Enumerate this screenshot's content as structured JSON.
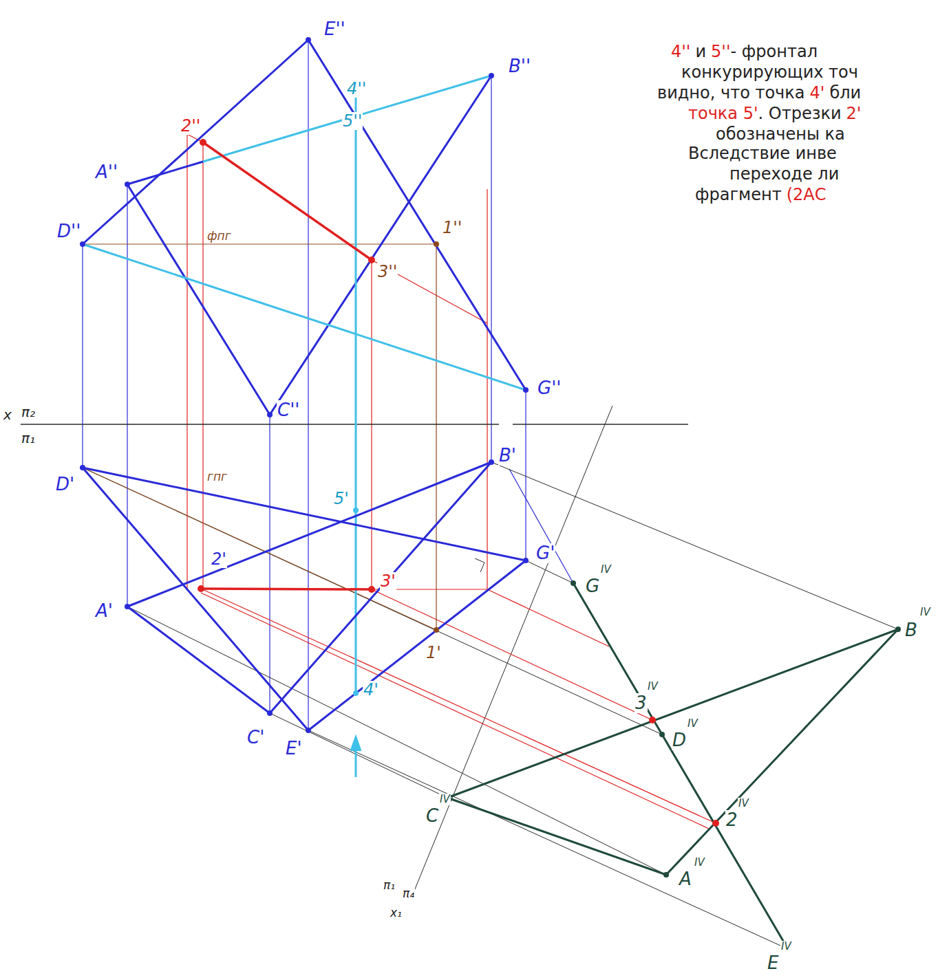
{
  "diagram": {
    "labels": [
      "E''",
      "B''",
      "4''",
      "5''",
      "A''",
      "2''",
      "D''",
      "фпг",
      "1''",
      "3''",
      "C''",
      "G''",
      "x",
      "π₂",
      "π₁",
      "D'",
      "5'",
      "гпг",
      "2'",
      "G'",
      "3'",
      "A'",
      "1'",
      "4'",
      "C'",
      "E'",
      "B'",
      "G",
      "IV",
      "B",
      "IV",
      "3",
      "IV",
      "D",
      "IV",
      "2",
      "IV",
      "C",
      "IV",
      "A",
      "IV",
      "E",
      "IV",
      "π₁",
      "π₄",
      "x₁",
      "4''",
      "и",
      "5''",
      "- фронтал",
      "конкурирующих  точ",
      "видно, что точка",
      "4'",
      "бли",
      "точка 5'",
      ". Отрезки",
      "2'",
      "обозначены ка",
      "Вследствие инве",
      "переходе ли",
      "фрагмент",
      "(2АС"
    ]
  }
}
